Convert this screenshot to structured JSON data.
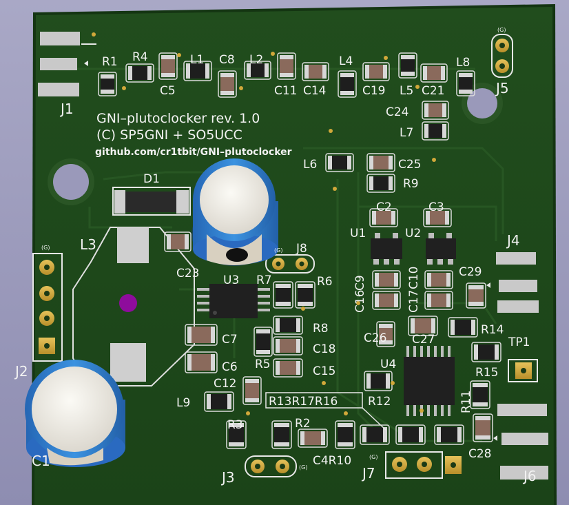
{
  "board": {
    "title": "GNI–plutoclocker rev. 1.0",
    "copyright": "(C) SP5GNI + SO5UCC",
    "url": "github.com/cr1tbit/GNI–plutoclocker",
    "colors": {
      "background": "#9c9bbd",
      "pcb": "#1f4a1c",
      "pcb_dark": "#173b15",
      "silkscreen": "#f2f2f2",
      "gold": "#d1a83a",
      "smd_body": "#8a6a5c",
      "resistor_body": "#1e1e1e",
      "cap_sleeve": "#2f7fd0",
      "test_pad": "#8e0c9c"
    }
  },
  "labels": [
    {
      "id": "J1",
      "text": "J1"
    },
    {
      "id": "R1",
      "text": "R1"
    },
    {
      "id": "R4",
      "text": "R4"
    },
    {
      "id": "C5",
      "text": "C5"
    },
    {
      "id": "L1",
      "text": "L1"
    },
    {
      "id": "C8",
      "text": "C8"
    },
    {
      "id": "L2",
      "text": "L2"
    },
    {
      "id": "C11",
      "text": "C11"
    },
    {
      "id": "C14",
      "text": "C14"
    },
    {
      "id": "L4",
      "text": "L4"
    },
    {
      "id": "C19",
      "text": "C19"
    },
    {
      "id": "L5",
      "text": "L5"
    },
    {
      "id": "C21",
      "text": "C21"
    },
    {
      "id": "L8",
      "text": "L8"
    },
    {
      "id": "J5",
      "text": "J5"
    },
    {
      "id": "C24",
      "text": "C24"
    },
    {
      "id": "L7",
      "text": "L7"
    },
    {
      "id": "L6",
      "text": "L6"
    },
    {
      "id": "C25",
      "text": "C25"
    },
    {
      "id": "R9",
      "text": "R9"
    },
    {
      "id": "D1",
      "text": "D1"
    },
    {
      "id": "C2",
      "text": "C2"
    },
    {
      "id": "C3",
      "text": "C3"
    },
    {
      "id": "U1",
      "text": "U1"
    },
    {
      "id": "U2",
      "text": "U2"
    },
    {
      "id": "J4",
      "text": "J4"
    },
    {
      "id": "L3",
      "text": "L3"
    },
    {
      "id": "C23",
      "text": "C23"
    },
    {
      "id": "J8",
      "text": "J8"
    },
    {
      "id": "C9",
      "text": "C9"
    },
    {
      "id": "C10",
      "text": "C10"
    },
    {
      "id": "C29",
      "text": "C29"
    },
    {
      "id": "U3",
      "text": "U3"
    },
    {
      "id": "R7",
      "text": "R7"
    },
    {
      "id": "R6",
      "text": "R6"
    },
    {
      "id": "C16",
      "text": "C16"
    },
    {
      "id": "C17",
      "text": "C17"
    },
    {
      "id": "R8",
      "text": "R8"
    },
    {
      "id": "C27",
      "text": "C27"
    },
    {
      "id": "R14",
      "text": "R14"
    },
    {
      "id": "TP1",
      "text": "TP1"
    },
    {
      "id": "C7",
      "text": "C7"
    },
    {
      "id": "C18",
      "text": "C18"
    },
    {
      "id": "C26",
      "text": "C26"
    },
    {
      "id": "C6",
      "text": "C6"
    },
    {
      "id": "R5",
      "text": "R5"
    },
    {
      "id": "C15",
      "text": "C15"
    },
    {
      "id": "U4",
      "text": "U4"
    },
    {
      "id": "R15",
      "text": "R15"
    },
    {
      "id": "J2",
      "text": "J2"
    },
    {
      "id": "C12",
      "text": "C12"
    },
    {
      "id": "L9",
      "text": "L9"
    },
    {
      "id": "R13R17R16",
      "text": "R13R17R16"
    },
    {
      "id": "R12",
      "text": "R12"
    },
    {
      "id": "R11",
      "text": "R11"
    },
    {
      "id": "R3",
      "text": "R3"
    },
    {
      "id": "R2",
      "text": "R2"
    },
    {
      "id": "C4R10",
      "text": "C4R10"
    },
    {
      "id": "C28",
      "text": "C28"
    },
    {
      "id": "C1",
      "text": "C1"
    },
    {
      "id": "J3",
      "text": "J3"
    },
    {
      "id": "J7",
      "text": "J7"
    },
    {
      "id": "J6",
      "text": "J6"
    }
  ],
  "ground_mark": "(G)",
  "plus_mark": "+"
}
